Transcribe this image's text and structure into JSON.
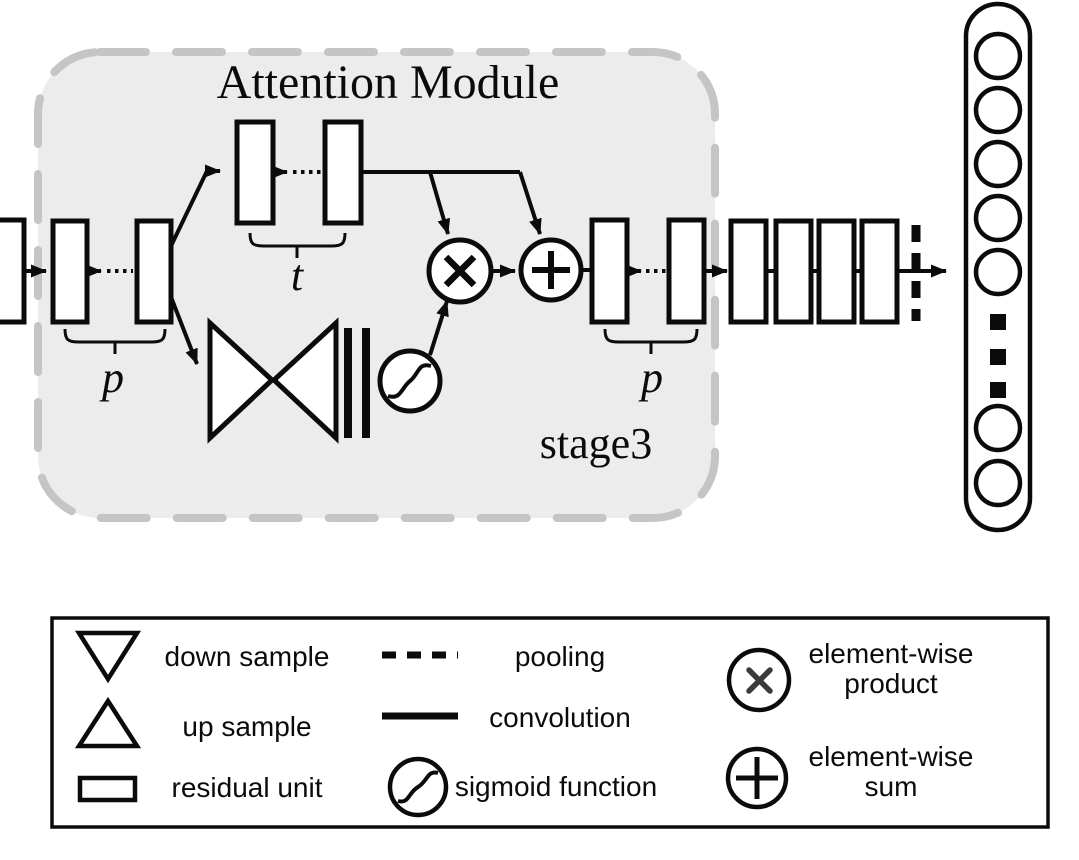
{
  "figure": {
    "title": "Attention Module",
    "stage_label": "stage3",
    "pre_group_label": "p",
    "trunk_group_label": "t",
    "post_group_label": "p"
  },
  "legend": {
    "items": [
      {
        "symbol": "down-triangle-icon",
        "label": "down sample"
      },
      {
        "symbol": "up-triangle-icon",
        "label": "up sample"
      },
      {
        "symbol": "rectangle-icon",
        "label": "residual unit"
      },
      {
        "symbol": "dashed-line-icon",
        "label": "pooling"
      },
      {
        "symbol": "solid-line-icon",
        "label": "convolution"
      },
      {
        "symbol": "sigmoid-circle-icon",
        "label": "sigmoid function"
      },
      {
        "symbol": "circle-times-icon",
        "label_line1": "element-wise",
        "label_line2": "product"
      },
      {
        "symbol": "circle-plus-icon",
        "label_line1": "element-wise",
        "label_line2": "sum"
      }
    ]
  },
  "colors": {
    "ink": "#0b0b0b",
    "module_fill": "#ececec",
    "module_border": "#c5c5c5",
    "product_x": "#3b3b3b",
    "paper": "#ffffff"
  }
}
